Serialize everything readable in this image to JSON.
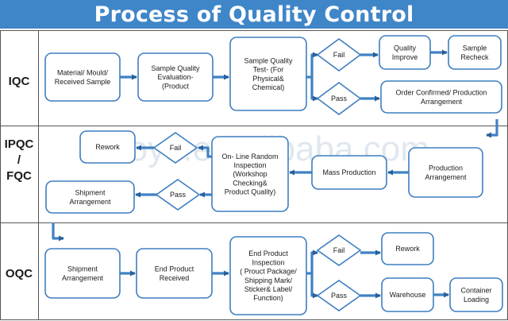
{
  "title": "Process of Quality Control",
  "colors": {
    "header": "#3f86c8",
    "border": "#3d7ec0",
    "arrow": "#3f82c4",
    "frame": "#555555"
  },
  "watermark": "dktoys.en.alibaba.com",
  "stages": [
    {
      "id": "iqc",
      "lines": [
        "IQC"
      ]
    },
    {
      "id": "ipqc",
      "lines": [
        "IPQC",
        "/",
        "FQC"
      ]
    },
    {
      "id": "oqc",
      "lines": [
        "OQC"
      ]
    }
  ],
  "boxes": [
    {
      "id": "material-mould-received-sample",
      "lines": [
        "Material/ Mould/",
        "Received Sample"
      ]
    },
    {
      "id": "sample-quality-evaluation",
      "lines": [
        "Sample Quality",
        "Evaluation-",
        "(Product"
      ]
    },
    {
      "id": "sample-quality-test",
      "lines": [
        "Sample Quality",
        "Test- (For",
        "Physical&",
        "Chemical)"
      ]
    },
    {
      "id": "quality-improve",
      "lines": [
        "Quality",
        "Improve"
      ]
    },
    {
      "id": "sample-recheck",
      "lines": [
        "Sample",
        "Recheck"
      ]
    },
    {
      "id": "order-confirmed",
      "lines": [
        "Order Confirmed/ Production",
        "Arrangement"
      ]
    },
    {
      "id": "production-arrangement",
      "lines": [
        "Production",
        "Arrangement"
      ]
    },
    {
      "id": "mass-production",
      "lines": [
        "Mass Production"
      ]
    },
    {
      "id": "online-inspection",
      "lines": [
        "On- Line Random",
        "Inspection",
        "(Workshop",
        "Checking&",
        "Product Quality)"
      ]
    },
    {
      "id": "rework-ipqc",
      "lines": [
        "Rework"
      ]
    },
    {
      "id": "shipment-arrangement-ipqc",
      "lines": [
        "Shipment",
        "Arrangement"
      ]
    },
    {
      "id": "shipment-arrangement-oqc",
      "lines": [
        "Shipment",
        "Arrangement"
      ]
    },
    {
      "id": "end-product-received",
      "lines": [
        "End Product",
        "Received"
      ]
    },
    {
      "id": "end-product-inspection",
      "lines": [
        "End Product",
        "Inspection",
        "( Prouct Package/",
        "Shipping Mark/",
        "Sticker& Label/",
        "Function)"
      ]
    },
    {
      "id": "rework-oqc",
      "lines": [
        "Rework"
      ]
    },
    {
      "id": "warehouse",
      "lines": [
        "Warehouse"
      ]
    },
    {
      "id": "container-loading",
      "lines": [
        "Container",
        "Loading"
      ]
    }
  ],
  "decisions": [
    {
      "id": "iqc-fail",
      "label": "Fail"
    },
    {
      "id": "iqc-pass",
      "label": "Pass"
    },
    {
      "id": "ipqc-fail",
      "label": "Fail"
    },
    {
      "id": "ipqc-pass",
      "label": "Pass"
    },
    {
      "id": "oqc-fail",
      "label": "Fail"
    },
    {
      "id": "oqc-pass",
      "label": "Pass"
    }
  ]
}
